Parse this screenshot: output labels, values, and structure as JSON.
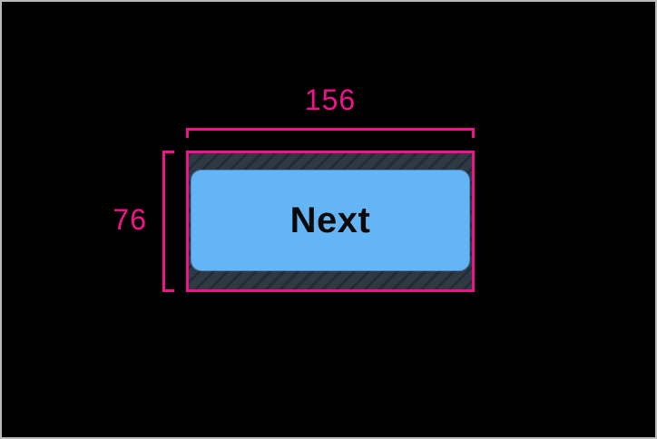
{
  "canvas": {
    "background_color": "#000000",
    "frame_border_color": "#b9b9b9"
  },
  "measurement": {
    "width_label": "156",
    "height_label": "76",
    "guide_color": "#f2128b"
  },
  "tap_target": {
    "hatch_background_color": "#2f3943",
    "hatch_stripe_color": "#232b33"
  },
  "button": {
    "label": "Next",
    "fill_color": "#64b5f6",
    "text_color": "#0a0a0a"
  }
}
